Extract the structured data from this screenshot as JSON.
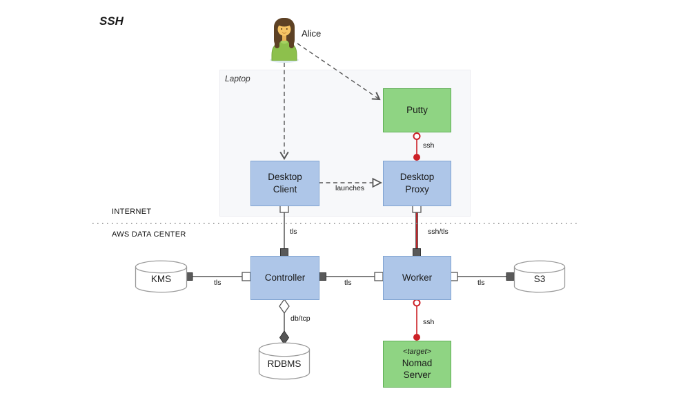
{
  "title": "SSH",
  "actor": {
    "name": "Alice"
  },
  "group": {
    "laptop_label": "Laptop"
  },
  "zones": {
    "internet_label": "INTERNET",
    "aws_label": "AWS DATA CENTER"
  },
  "nodes": {
    "putty": {
      "label": "Putty",
      "color": "#8fd483"
    },
    "desktop_client": {
      "label": "Desktop\nClient",
      "color": "#aec6e8"
    },
    "desktop_proxy": {
      "label": "Desktop\nProxy",
      "color": "#aec6e8"
    },
    "controller": {
      "label": "Controller",
      "color": "#aec6e8"
    },
    "worker": {
      "label": "Worker",
      "color": "#aec6e8"
    },
    "kms": {
      "label": "KMS",
      "shape": "cylinder"
    },
    "s3": {
      "label": "S3",
      "shape": "cylinder"
    },
    "rdbms": {
      "label": "RDBMS",
      "shape": "cylinder"
    },
    "nomad_server": {
      "tag": "<target>",
      "label": "Nomad\nServer",
      "color": "#8fd483"
    }
  },
  "edge_labels": {
    "putty_proxy": "ssh",
    "client_launches_proxy": "launches",
    "client_controller": "tls",
    "proxy_worker": "ssh/tls",
    "kms_controller": "tls",
    "controller_worker": "tls",
    "worker_s3": "tls",
    "controller_rdbms": "db/tcp",
    "worker_nomad": "ssh"
  },
  "colors": {
    "node_blue": "#aec6e8",
    "node_green": "#8fd483",
    "link_red": "#cc2127",
    "link_gray": "#565656",
    "divider_gray": "#8a8a8a"
  }
}
